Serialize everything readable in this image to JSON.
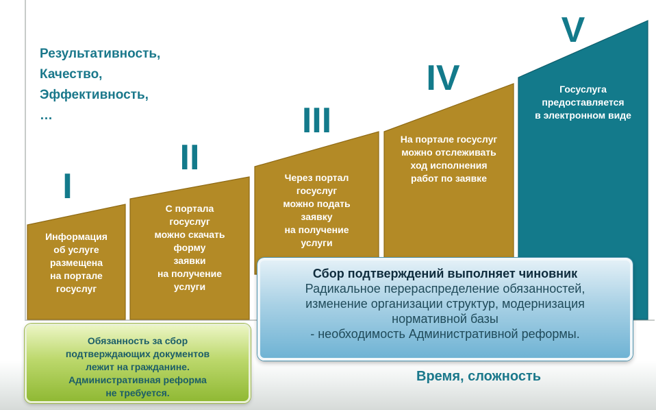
{
  "results": {
    "lines": [
      "Результативность,",
      "Качество,",
      "Эффективность,",
      "…"
    ]
  },
  "stages": [
    {
      "numeral": "I",
      "text": [
        "Информация",
        "об услуге",
        "размещена",
        "на портале",
        "госуслуг"
      ]
    },
    {
      "numeral": "II",
      "text": [
        "С портала",
        "госуслуг",
        "можно скачать",
        "форму",
        "заявки",
        "на получение",
        "услуги"
      ]
    },
    {
      "numeral": "III",
      "text": [
        "Через портал",
        "госуслуг",
        "можно подать",
        "заявку",
        "на получение",
        "услуги"
      ]
    },
    {
      "numeral": "IV",
      "text": [
        "На портале госуслуг",
        "можно отслеживать",
        "ход исполнения",
        "работ по заявке"
      ]
    },
    {
      "numeral": "V",
      "text": [
        "Госуслуга",
        "предоставляется",
        "в электронном виде"
      ]
    }
  ],
  "green_box": {
    "lines": [
      "Обязанность за сбор",
      "подтверждающих документов",
      "лежит на гражданине.",
      "Административная реформа",
      "не требуется."
    ]
  },
  "blue_box": {
    "title": "Сбор подтверждений выполняет чиновник",
    "lines": [
      "Радикальное перераспределение обязанностей,",
      "изменение организации структур, модернизация",
      "нормативной базы",
      " - необходимость Административной реформы."
    ]
  },
  "x_axis_label": "Время, сложность",
  "colors": {
    "gold": "#b38a26",
    "teal": "#137a8b",
    "green_box": "#a8c94e",
    "blue_box": "#8fc4de"
  }
}
